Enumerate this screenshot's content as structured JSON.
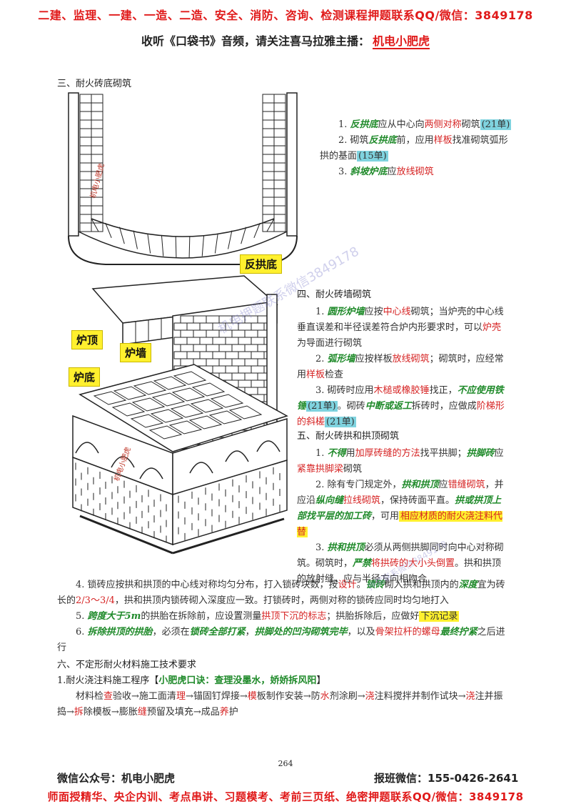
{
  "header": {
    "banner": "二建、监理、一建、一造、二造、安全、消防、咨询、检测课程押题联系QQ/微信：3849178",
    "subtitle_prefix": "收听《口袋书》音频，请关注喜马拉雅主播：",
    "subtitle_brand": "机电小肥虎"
  },
  "section3": {
    "heading": "三、耐火砖底砌筑",
    "figure_label": "反拱底",
    "items": [
      {
        "parts": [
          {
            "t": "1. ",
            "c": ""
          },
          {
            "t": "反拱底",
            "c": "green"
          },
          {
            "t": "应从中心向",
            "c": ""
          },
          {
            "t": "两侧对称",
            "c": "red"
          },
          {
            "t": "砌筑",
            "c": ""
          },
          {
            "t": "(21单)",
            "c": "hl-blue"
          }
        ]
      },
      {
        "parts": [
          {
            "t": "2. 砌筑",
            "c": ""
          },
          {
            "t": "反拱底",
            "c": "green"
          },
          {
            "t": "前，应用",
            "c": ""
          },
          {
            "t": "样板",
            "c": "red"
          },
          {
            "t": "找准砌筑弧形拱的基面",
            "c": ""
          },
          {
            "t": "(15单)",
            "c": "hl-blue"
          }
        ]
      },
      {
        "parts": [
          {
            "t": "3. ",
            "c": ""
          },
          {
            "t": "斜坡炉底",
            "c": "green"
          },
          {
            "t": "应",
            "c": ""
          },
          {
            "t": "放线砌筑",
            "c": "red"
          }
        ]
      }
    ]
  },
  "figure2": {
    "labels": [
      "炉顶",
      "炉墙",
      "炉底"
    ],
    "stamp": "机电小肥虎"
  },
  "section4": {
    "heading": "四、耐火砖墙砌筑",
    "items": [
      {
        "parts": [
          {
            "t": "1. ",
            "c": ""
          },
          {
            "t": "圆形炉墙",
            "c": "green"
          },
          {
            "t": "应按",
            "c": ""
          },
          {
            "t": "中心线",
            "c": "red"
          },
          {
            "t": "砌筑；当炉壳的中心线垂直误差和半径误差符合炉内形要求时，可以",
            "c": ""
          },
          {
            "t": "炉壳",
            "c": "red"
          },
          {
            "t": "为导面进行砌筑",
            "c": ""
          }
        ]
      },
      {
        "parts": [
          {
            "t": "2. ",
            "c": ""
          },
          {
            "t": "弧形墙",
            "c": "green"
          },
          {
            "t": "应按样板",
            "c": ""
          },
          {
            "t": "放线砌筑",
            "c": "red"
          },
          {
            "t": "；砌筑时，应经常用",
            "c": ""
          },
          {
            "t": "样板",
            "c": "red"
          },
          {
            "t": "检查",
            "c": ""
          }
        ]
      },
      {
        "parts": [
          {
            "t": "3. 砌砖时应用",
            "c": ""
          },
          {
            "t": "木槌或橡胶锤",
            "c": "red"
          },
          {
            "t": "找正，",
            "c": ""
          },
          {
            "t": "不应使用铁锤",
            "c": "green"
          },
          {
            "t": "(21单)",
            "c": "hl-blue"
          },
          {
            "t": "。砌砖",
            "c": ""
          },
          {
            "t": "中断或返工",
            "c": "green"
          },
          {
            "t": "拆砖时，应做成",
            "c": ""
          },
          {
            "t": "阶梯形的斜槎",
            "c": "red"
          },
          {
            "t": "(21单)",
            "c": "hl-blue"
          }
        ]
      }
    ]
  },
  "section5": {
    "heading": "五、耐火砖拱和拱顶砌筑",
    "items": [
      {
        "parts": [
          {
            "t": "1. ",
            "c": ""
          },
          {
            "t": "不得",
            "c": "green"
          },
          {
            "t": "用",
            "c": ""
          },
          {
            "t": "加厚砖缝的方法",
            "c": "red"
          },
          {
            "t": "找平拱脚；",
            "c": ""
          },
          {
            "t": "拱脚砖",
            "c": "green"
          },
          {
            "t": "应",
            "c": ""
          },
          {
            "t": "紧靠拱脚梁",
            "c": "red"
          },
          {
            "t": "砌筑",
            "c": ""
          }
        ]
      },
      {
        "parts": [
          {
            "t": "2. 除有专门规定外，",
            "c": ""
          },
          {
            "t": "拱和拱顶",
            "c": "green"
          },
          {
            "t": "应",
            "c": ""
          },
          {
            "t": "错缝砌筑",
            "c": "red"
          },
          {
            "t": "，并应沿",
            "c": ""
          },
          {
            "t": "纵向缝",
            "c": "green"
          },
          {
            "t": "拉线砌筑",
            "c": "red"
          },
          {
            "t": "，保持砖面平直。",
            "c": ""
          },
          {
            "t": "拱或拱顶上部找平层的加工砖",
            "c": "green"
          },
          {
            "t": "，可用",
            "c": ""
          },
          {
            "t": "相应材质的耐火浇注料代替",
            "c": "hl-yel red"
          }
        ]
      },
      {
        "parts": [
          {
            "t": "3. ",
            "c": ""
          },
          {
            "t": "拱和拱顶",
            "c": "green"
          },
          {
            "t": "必须从两侧拱脚同时向中心对称砌筑。砌筑时，",
            "c": ""
          },
          {
            "t": "严禁",
            "c": "green"
          },
          {
            "t": "将拱砖的大小头倒置",
            "c": "red"
          },
          {
            "t": "。拱和拱顶的放射缝，应与半径方向相吻合",
            "c": ""
          }
        ]
      }
    ],
    "wide_items": [
      {
        "parts": [
          {
            "t": "4. 锁砖应按拱和拱顶的中心线对称均匀分布，打入锁砖块数，按",
            "c": ""
          },
          {
            "t": "设计",
            "c": "red"
          },
          {
            "t": "。",
            "c": ""
          },
          {
            "t": "锁砖",
            "c": "green"
          },
          {
            "t": "砌入拱和拱顶内的",
            "c": ""
          },
          {
            "t": "深度",
            "c": "green"
          },
          {
            "t": "宜为砖长的",
            "c": ""
          },
          {
            "t": "2/3～3/4",
            "c": "red"
          },
          {
            "t": "，拱和拱顶内锁砖砌入深度应一致。打锁砖时，两侧对称的锁砖应同时均匀地打入",
            "c": ""
          }
        ]
      },
      {
        "parts": [
          {
            "t": "5. ",
            "c": ""
          },
          {
            "t": "跨度大于5m",
            "c": "green"
          },
          {
            "t": "的拱胎在拆除前，应设置测量",
            "c": ""
          },
          {
            "t": "拱顶下沉的标志",
            "c": "red"
          },
          {
            "t": "；拱胎拆除后，应做好",
            "c": ""
          },
          {
            "t": "下沉记录",
            "c": "hl-yel"
          }
        ]
      },
      {
        "parts": [
          {
            "t": "6. ",
            "c": ""
          },
          {
            "t": "拆除拱顶的拱胎",
            "c": "green"
          },
          {
            "t": "，必须在",
            "c": ""
          },
          {
            "t": "锁砖全部打紧",
            "c": "green"
          },
          {
            "t": "，",
            "c": ""
          },
          {
            "t": "拱脚处的凹沟砌筑完毕",
            "c": "green"
          },
          {
            "t": "，以及",
            "c": ""
          },
          {
            "t": "骨架拉杆的螺母",
            "c": "red"
          },
          {
            "t": "最终拧紧",
            "c": "green"
          },
          {
            "t": "之后进行",
            "c": ""
          }
        ]
      }
    ]
  },
  "section6": {
    "heading": "六、不定形耐火材料施工技术要求",
    "sub_heading_prefix": "1.耐火浇注料施工程序【",
    "sub_heading_tip": "小肥虎口诀：查理没墨水，娇娇拆风阳",
    "sub_heading_suffix": "】",
    "items": [
      {
        "parts": [
          {
            "t": "材料检",
            "c": ""
          },
          {
            "t": "查",
            "c": "red"
          },
          {
            "t": "验收→施工面清",
            "c": ""
          },
          {
            "t": "理",
            "c": "red"
          },
          {
            "t": "→锚固钉焊接→",
            "c": ""
          },
          {
            "t": "模",
            "c": "red"
          },
          {
            "t": "板制作安装→防",
            "c": ""
          },
          {
            "t": "水",
            "c": "red"
          },
          {
            "t": "剂涂刷→",
            "c": ""
          },
          {
            "t": "浇",
            "c": "red"
          },
          {
            "t": "注料搅拌并制作试块→",
            "c": ""
          },
          {
            "t": "浇",
            "c": "red"
          },
          {
            "t": "注并振捣→",
            "c": ""
          },
          {
            "t": "拆",
            "c": "red"
          },
          {
            "t": "除模板→膨胀",
            "c": ""
          },
          {
            "t": "缝",
            "c": "red"
          },
          {
            "t": "预留及填充→成品",
            "c": ""
          },
          {
            "t": "养",
            "c": "red"
          },
          {
            "t": "护",
            "c": ""
          }
        ]
      }
    ]
  },
  "watermarks": [
    "机电押题联系微信3849178",
    "押题联系微信3849178"
  ],
  "footer": {
    "page_number": "264",
    "left": "微信公众号：机电小肥虎",
    "right": "报班微信：155-0426-2641",
    "banner": "师面授精华、央企内训、考点串讲、习题模考、考前三页纸、绝密押题联系QQ/微信：3849178"
  },
  "colors": {
    "red": "#d62323",
    "green": "#1f8a2a",
    "highlight_blue": "#7fd3df",
    "highlight_yellow": "#fff02e"
  }
}
